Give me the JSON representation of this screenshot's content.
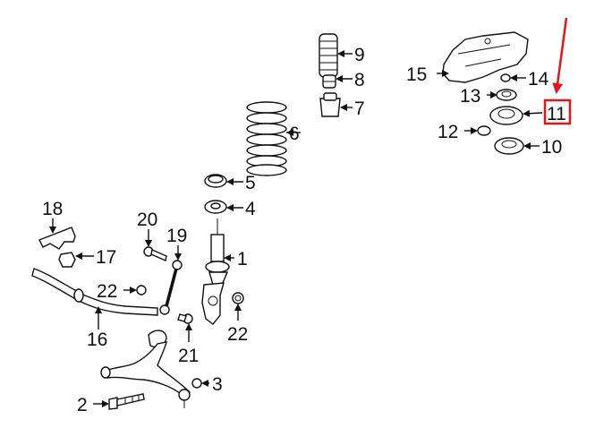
{
  "diagram": {
    "callouts": {
      "c1": "1",
      "c2": "2",
      "c3": "3",
      "c4": "4",
      "c5": "5",
      "c6": "6",
      "c7": "7",
      "c8": "8",
      "c9": "9",
      "c10": "10",
      "c11": "11",
      "c12": "12",
      "c13": "13",
      "c14": "14",
      "c15": "15",
      "c16": "16",
      "c17": "17",
      "c18": "18",
      "c19": "19",
      "c20": "20",
      "c21": "21",
      "c22a": "22",
      "c22b": "22"
    },
    "highlighted_callout": "11",
    "highlight_color": "#e0161b"
  }
}
